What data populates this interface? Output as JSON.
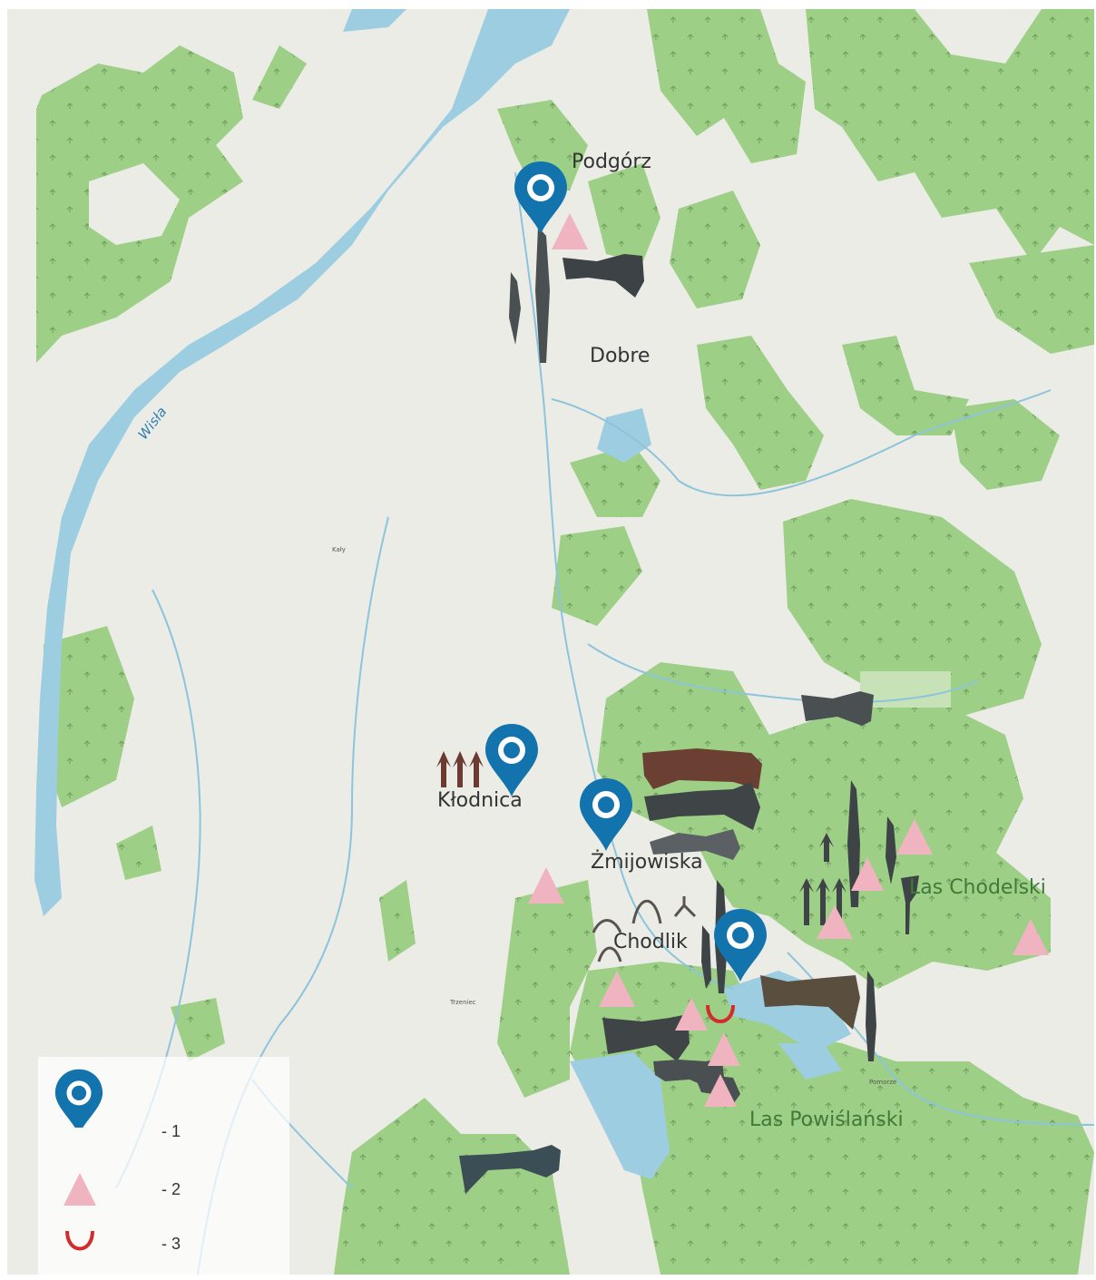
{
  "places": {
    "podgorz": "Podgórz",
    "dobre": "Dobre",
    "klodnica": "Kłodnica",
    "zmijowiska": "Żmijowiska",
    "chodlik": "Chodlik",
    "las_chodelski": "Las Chodelski",
    "las_powislanski": "Las Powiślański",
    "kaly": "Kały",
    "trzeniec": "Trzeniec",
    "pomorze": "Pomorze"
  },
  "river": {
    "name": "Wisła"
  },
  "legend": {
    "items": [
      {
        "symbol": "location-pin-icon",
        "label": "- 1"
      },
      {
        "symbol": "pink-triangle-icon",
        "label": "- 2"
      },
      {
        "symbol": "red-horseshoe-icon",
        "label": "- 3"
      }
    ]
  },
  "colors": {
    "land": "#ecece6",
    "forest": "#9ecf86",
    "forest_light": "#c6e2b6",
    "water": "#9ccde0",
    "river_line": "#8cc4dc",
    "pin": "#1273ad",
    "triangle": "#f0b4c0",
    "horseshoe": "#d42a2a"
  }
}
